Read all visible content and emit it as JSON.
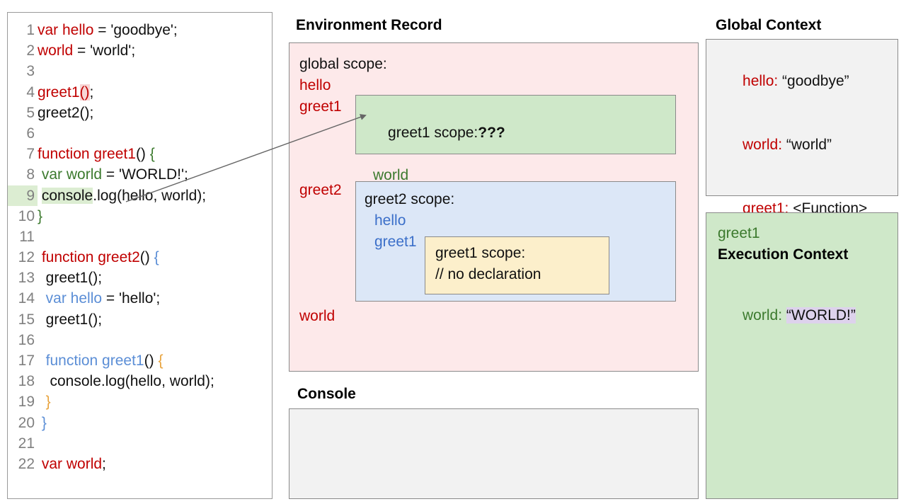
{
  "code_panel": {
    "lines": [
      {
        "num": "1",
        "tokens": [
          {
            "t": "var hello",
            "c": "red"
          },
          {
            "t": " = ",
            "c": "plain"
          },
          {
            "t": "'goodbye';",
            "c": "plain"
          }
        ]
      },
      {
        "num": "2",
        "tokens": [
          {
            "t": "world",
            "c": "red"
          },
          {
            "t": " = 'world';",
            "c": "plain"
          }
        ]
      },
      {
        "num": "3",
        "tokens": []
      },
      {
        "num": "4",
        "tokens": [
          {
            "t": "greet1",
            "c": "red"
          },
          {
            "t": "()",
            "c": "red-hl"
          },
          {
            "t": ";",
            "c": "plain"
          }
        ]
      },
      {
        "num": "5",
        "tokens": [
          {
            "t": "greet2();",
            "c": "plain"
          }
        ]
      },
      {
        "num": "6",
        "tokens": []
      },
      {
        "num": "7",
        "tokens": [
          {
            "t": "function greet1",
            "c": "red"
          },
          {
            "t": "() ",
            "c": "plain"
          },
          {
            "t": "{",
            "c": "green"
          }
        ]
      },
      {
        "num": "8",
        "tokens": [
          {
            "t": " ",
            "c": "plain"
          },
          {
            "t": "var world",
            "c": "green"
          },
          {
            "t": " = 'WORLD!';",
            "c": "plain"
          }
        ]
      },
      {
        "num": "9",
        "tokens": [
          {
            "t": " ",
            "c": "plain"
          },
          {
            "t": "console",
            "c": "plain-hl"
          },
          {
            "t": ".log(hello, world);",
            "c": "plain"
          }
        ],
        "line_highlight": true
      },
      {
        "num": "10",
        "tokens": [
          {
            "t": "}",
            "c": "green"
          }
        ]
      },
      {
        "num": "11",
        "tokens": []
      },
      {
        "num": "12",
        "tokens": [
          {
            "t": " ",
            "c": "plain"
          },
          {
            "t": "function greet2",
            "c": "red"
          },
          {
            "t": "() ",
            "c": "plain"
          },
          {
            "t": "{",
            "c": "blue"
          }
        ]
      },
      {
        "num": "13",
        "tokens": [
          {
            "t": "  greet1();",
            "c": "plain"
          }
        ]
      },
      {
        "num": "14",
        "tokens": [
          {
            "t": "  ",
            "c": "plain"
          },
          {
            "t": "var hello",
            "c": "blue"
          },
          {
            "t": " = 'hello';",
            "c": "plain"
          }
        ]
      },
      {
        "num": "15",
        "tokens": [
          {
            "t": "  greet1();",
            "c": "plain"
          }
        ]
      },
      {
        "num": "16",
        "tokens": []
      },
      {
        "num": "17",
        "tokens": [
          {
            "t": "  ",
            "c": "plain"
          },
          {
            "t": "function greet1",
            "c": "blue"
          },
          {
            "t": "() ",
            "c": "plain"
          },
          {
            "t": "{",
            "c": "orange"
          }
        ]
      },
      {
        "num": "18",
        "tokens": [
          {
            "t": "   console.log(hello, world);",
            "c": "plain"
          }
        ]
      },
      {
        "num": "19",
        "tokens": [
          {
            "t": "  ",
            "c": "plain"
          },
          {
            "t": "}",
            "c": "orange"
          }
        ]
      },
      {
        "num": "20",
        "tokens": [
          {
            "t": " ",
            "c": "plain"
          },
          {
            "t": "}",
            "c": "blue"
          }
        ]
      },
      {
        "num": "21",
        "tokens": []
      },
      {
        "num": "22",
        "tokens": [
          {
            "t": " ",
            "c": "plain"
          },
          {
            "t": "var world",
            "c": "red"
          },
          {
            "t": ";",
            "c": "plain"
          }
        ]
      }
    ]
  },
  "environment_record": {
    "title": "Environment Record",
    "global_scope_label": "global scope:",
    "outer_bindings": [
      {
        "name": "hello",
        "color": "#c00000"
      },
      {
        "name": "greet1",
        "color": "#c00000"
      },
      {
        "name": "greet2",
        "color": "#c00000"
      },
      {
        "name": "world",
        "color": "#c00000"
      }
    ],
    "greet1_scope": {
      "header": "greet1 scope:",
      "header_suffix": "???",
      "bindings": [
        "world"
      ]
    },
    "greet2_scope": {
      "header": "greet2 scope:",
      "bindings": [
        "hello",
        "greet1"
      ]
    },
    "greet1_inner_scope": {
      "header": "greet1 scope:",
      "note": "// no declaration"
    }
  },
  "console": {
    "title": "Console",
    "output": ""
  },
  "global_context": {
    "title": "Global Context",
    "entries": [
      {
        "key": "hello:",
        "value": " “goodbye”"
      },
      {
        "key": "world:",
        "value": " “world”"
      },
      {
        "key": "greet1:",
        "value": " <Function>"
      }
    ]
  },
  "execution_context": {
    "title": "Global Context",
    "function_name": "greet1",
    "heading": "Execution Context",
    "entries": [
      {
        "key": "world:",
        "value": "“WORLD!”",
        "highlight": true
      }
    ]
  },
  "colors": {
    "env_record_bg": "#fde9ea",
    "greet1_scope_bg": "#cfe8c9",
    "greet2_scope_bg": "#dce7f7",
    "greet1_inner_bg": "#fcefcb",
    "console_bg": "#f2f2f2",
    "global_context_bg": "#f2f2f2",
    "exec_context_bg": "#cfe8c9",
    "red_token": "#c00000",
    "green_token": "#3c7a2e",
    "blue_token": "#5b8ed6",
    "orange_token": "#e8a33d",
    "line_highlight": "#dcedd2",
    "value_highlight": "#ddd2ec",
    "border": "#8a8a8a"
  }
}
